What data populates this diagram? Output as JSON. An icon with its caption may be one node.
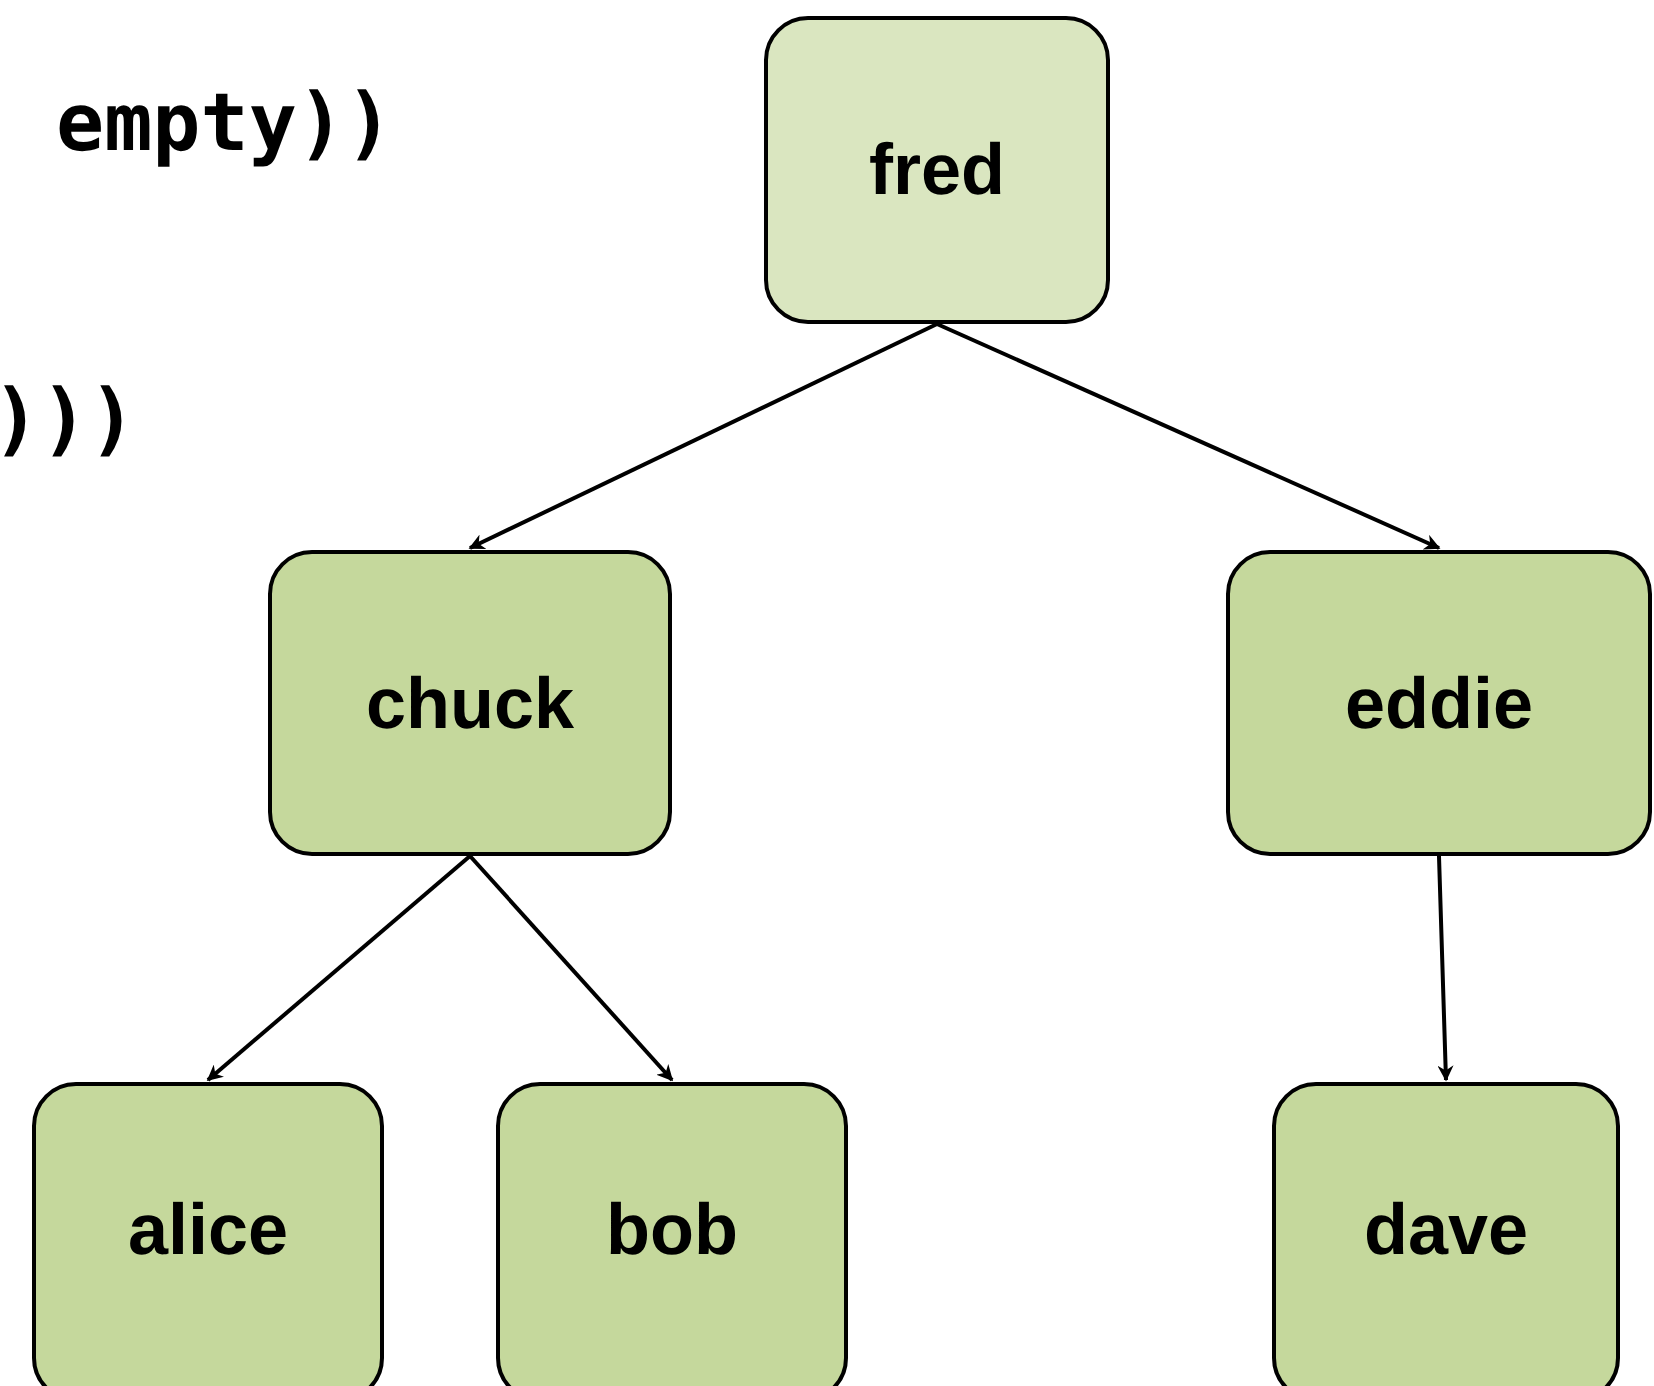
{
  "diagram": {
    "nodes": [
      {
        "text": [
          "fred"
        ]
      },
      {
        "text": [
          "chuck"
        ]
      },
      {
        "text": [
          "eddie"
        ]
      },
      {
        "text": [
          "alice"
        ]
      },
      {
        "text": [
          "bob"
        ]
      },
      {
        "text": [
          "dave"
        ]
      }
    ],
    "edges": [
      {
        "from": 0,
        "to": 1,
        "arrow": "to"
      },
      {
        "from": 0,
        "to": 2,
        "arrow": "to"
      },
      {
        "from": 1,
        "to": 3,
        "arrow": "to"
      },
      {
        "from": 1,
        "to": 4,
        "arrow": "to"
      },
      {
        "from": 2,
        "to": 5,
        "arrow": "to"
      }
    ],
    "labels": [
      "empty))",
      ")))"
    ]
  }
}
